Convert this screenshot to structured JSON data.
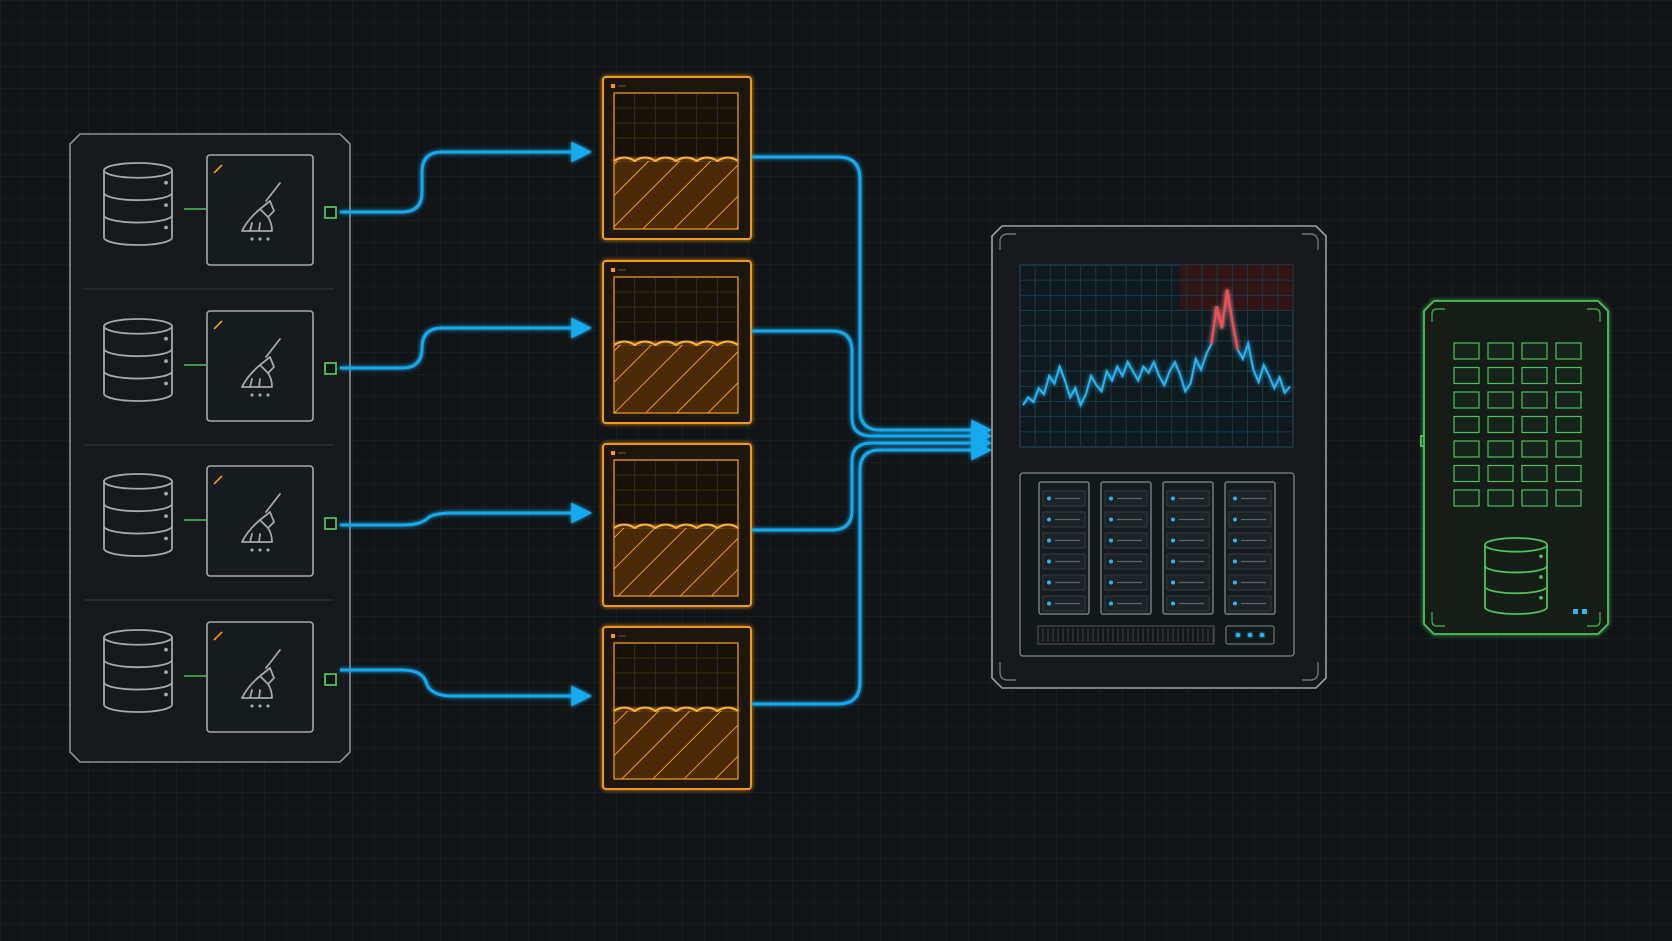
{
  "colors": {
    "background": "#111416",
    "grid": "#1d2124",
    "panel_stroke": "#8a9094",
    "icon_stroke": "#a3a8ab",
    "green_link": "#4cc25a",
    "flow_blue": "#18a9ee",
    "buffer_orange": "#f29a16",
    "monitor_stroke": "#9aa0a4",
    "chart_line": "#2ab4f0",
    "chart_spike": "#ff4a4a",
    "storage_green": "#4cc25a"
  },
  "icons": {
    "source_database": "database-icon",
    "cleaner": "broom-icon",
    "connector": "square-port-icon",
    "storage_database": "database-icon"
  },
  "diagram": {
    "source_count": 4,
    "buffer_count": 4,
    "server_racks": 4,
    "storage_tiles": 28,
    "chart_series": [
      0.22,
      0.27,
      0.24,
      0.33,
      0.29,
      0.41,
      0.36,
      0.47,
      0.38,
      0.27,
      0.33,
      0.22,
      0.29,
      0.41,
      0.35,
      0.31,
      0.44,
      0.38,
      0.47,
      0.41,
      0.5,
      0.44,
      0.38,
      0.47,
      0.43,
      0.5,
      0.41,
      0.35,
      0.44,
      0.5,
      0.42,
      0.31,
      0.36,
      0.52,
      0.45,
      0.55,
      0.62,
      0.86,
      0.72,
      0.97,
      0.76,
      0.58,
      0.52,
      0.62,
      0.45,
      0.37,
      0.48,
      0.41,
      0.33,
      0.4,
      0.3,
      0.34
    ]
  }
}
